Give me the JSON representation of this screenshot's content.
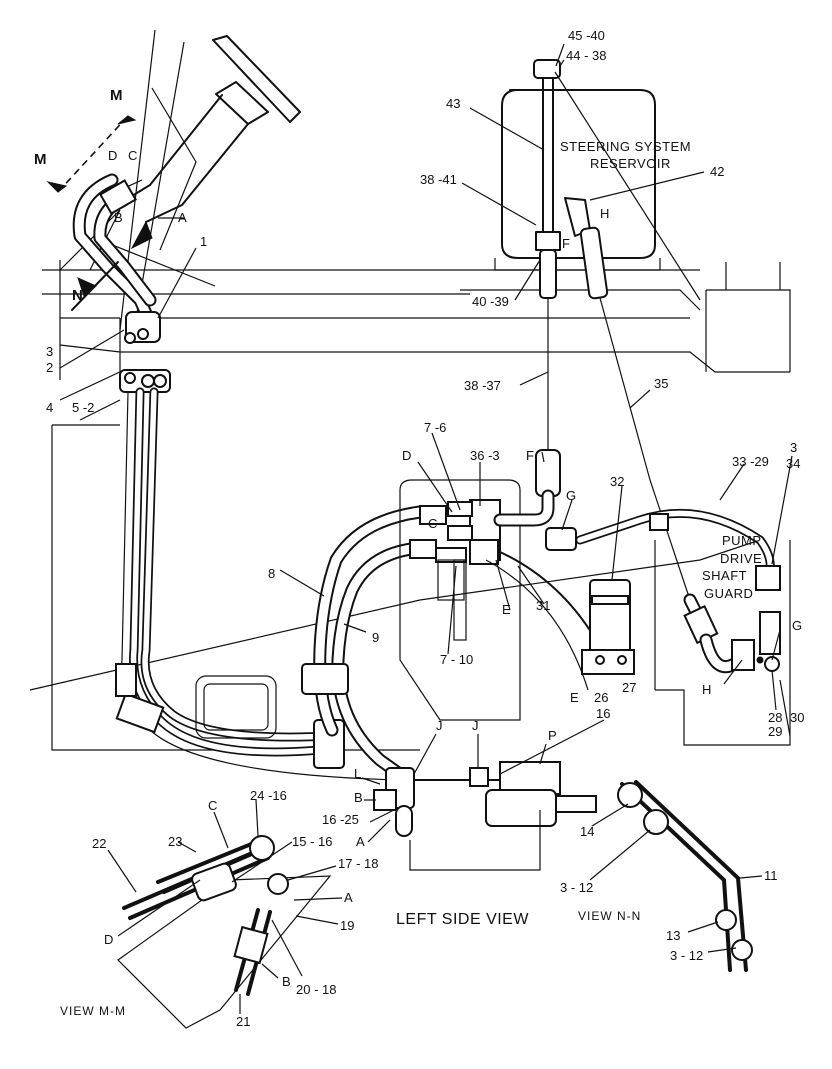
{
  "captions": {
    "left_side_view": "LEFT SIDE VIEW",
    "view_mm": "VIEW  M-M",
    "view_nn": "VIEW  N-N",
    "reservoir_line1": "STEERING  SYSTEM",
    "reservoir_line2": "RESERVOIR",
    "guard_line1": "PUMP",
    "guard_line2": "DRIVE",
    "guard_line3": "SHAFT",
    "guard_line4": "GUARD"
  },
  "section_marks": [
    "M",
    "M",
    "N",
    "N"
  ],
  "labels": [
    {
      "id": "45-40",
      "text": "45 -40"
    },
    {
      "id": "44-38",
      "text": "44  - 38"
    },
    {
      "id": "43",
      "text": "43"
    },
    {
      "id": "42",
      "text": "42"
    },
    {
      "id": "38-41",
      "text": "38 -41"
    },
    {
      "id": "H-top",
      "text": "H"
    },
    {
      "id": "F-top",
      "text": "F"
    },
    {
      "id": "40-39",
      "text": "40  -39"
    },
    {
      "id": "38-37",
      "text": "38 -37"
    },
    {
      "id": "35",
      "text": "35"
    },
    {
      "id": "D-top",
      "text": "D"
    },
    {
      "id": "C-top",
      "text": "C"
    },
    {
      "id": "B-top",
      "text": "B"
    },
    {
      "id": "A-top",
      "text": "A"
    },
    {
      "id": "1",
      "text": "1"
    },
    {
      "id": "3",
      "text": "3"
    },
    {
      "id": "2",
      "text": "2"
    },
    {
      "id": "4",
      "text": "4"
    },
    {
      "id": "5-2",
      "text": "5 -2"
    },
    {
      "id": "7-6",
      "text": "7 -6"
    },
    {
      "id": "D-mid",
      "text": "D"
    },
    {
      "id": "36-3",
      "text": "36 -3"
    },
    {
      "id": "F-mid",
      "text": "F"
    },
    {
      "id": "G-mid",
      "text": "G"
    },
    {
      "id": "32",
      "text": "32"
    },
    {
      "id": "33-29",
      "text": "33 -29"
    },
    {
      "id": "3-right",
      "text": "3"
    },
    {
      "id": "34",
      "text": "34"
    },
    {
      "id": "C-mid",
      "text": "C"
    },
    {
      "id": "8",
      "text": "8"
    },
    {
      "id": "9",
      "text": "9"
    },
    {
      "id": "E-mid",
      "text": "E"
    },
    {
      "id": "31",
      "text": "31"
    },
    {
      "id": "7-10",
      "text": "7 - 10"
    },
    {
      "id": "E-low",
      "text": "E"
    },
    {
      "id": "26",
      "text": "26"
    },
    {
      "id": "27",
      "text": "27"
    },
    {
      "id": "G-right",
      "text": "G"
    },
    {
      "id": "H-right",
      "text": "H"
    },
    {
      "id": "28",
      "text": "28"
    },
    {
      "id": "29",
      "text": "29"
    },
    {
      "id": "30",
      "text": "30"
    },
    {
      "id": "16-right",
      "text": "16"
    },
    {
      "id": "J-1",
      "text": "J"
    },
    {
      "id": "J-2",
      "text": "J"
    },
    {
      "id": "P",
      "text": "P"
    },
    {
      "id": "L",
      "text": "L"
    },
    {
      "id": "B-low",
      "text": "B"
    },
    {
      "id": "16-25",
      "text": "16 -25"
    },
    {
      "id": "A-low",
      "text": "A"
    },
    {
      "id": "24-16",
      "text": "24  -16"
    },
    {
      "id": "C-mm",
      "text": "C"
    },
    {
      "id": "23",
      "text": "23"
    },
    {
      "id": "22",
      "text": "22"
    },
    {
      "id": "15-16",
      "text": "15 - 16"
    },
    {
      "id": "17-18",
      "text": "17 - 18"
    },
    {
      "id": "A-mm",
      "text": "A"
    },
    {
      "id": "19",
      "text": "19"
    },
    {
      "id": "D-mm",
      "text": "D"
    },
    {
      "id": "B-mm",
      "text": "B"
    },
    {
      "id": "20-18",
      "text": "20   - 18"
    },
    {
      "id": "21",
      "text": "21"
    },
    {
      "id": "14",
      "text": "14"
    },
    {
      "id": "3-12-a",
      "text": "3 - 12"
    },
    {
      "id": "11",
      "text": "11"
    },
    {
      "id": "13",
      "text": "13"
    },
    {
      "id": "3-12-b",
      "text": "3  - 12"
    }
  ]
}
